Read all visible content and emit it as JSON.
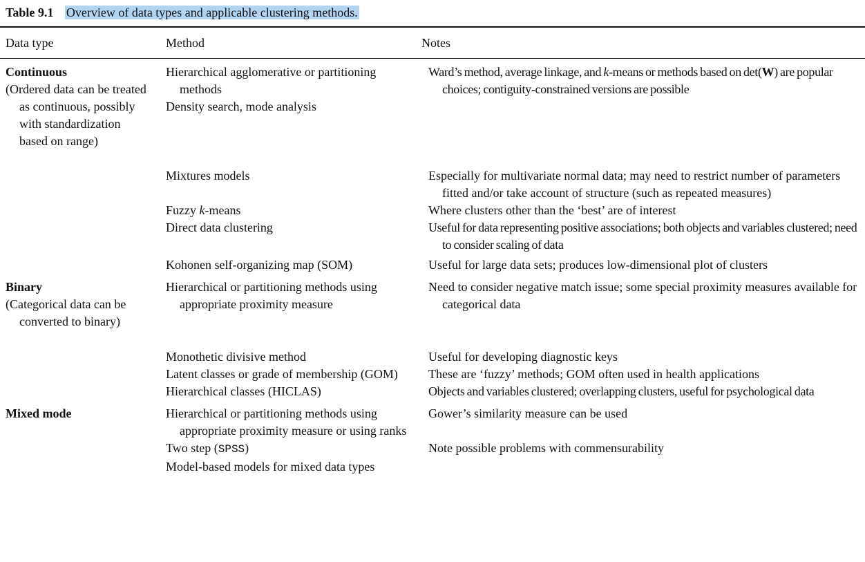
{
  "table": {
    "label": "Table 9.1",
    "title": "Overview of data types and applicable clustering methods."
  },
  "headers": [
    "Data type",
    "Method",
    "Notes"
  ],
  "groups": {
    "continuous": {
      "name": "Continuous",
      "note": "(Ordered data can be treated as continu­ous, possibly with standardization based on range)"
    },
    "binary": {
      "name": "Binary",
      "note": "(Categorical data can be converted to binary)"
    },
    "mixed": {
      "name": "Mixed mode"
    }
  },
  "rows": [
    {
      "method": "Hierarchical agglomerative or parti­tioning methods",
      "notes": "Ward’s method, average linkage, and k-means or methods based on det(W) are popular choices; contiguity-constrained versions are possible"
    },
    {
      "method": "Density search, mode analysis",
      "notes": ""
    },
    {
      "method": "Mixtures models",
      "notes": "Especially for multivariate normal data; may need to restrict number of parameters fitted and/or take account of structure (such as repeated measures)"
    },
    {
      "method": "Fuzzy k-means",
      "notes": "Where clusters other than the ‘best’ are of interest"
    },
    {
      "method": "Direct data clustering",
      "notes": "Useful for data representing positive associations; both objects and variables clustered; need to consider scaling of data"
    },
    {
      "method": "Kohonen self-organizing map (SOM)",
      "notes": "Useful for large data sets; produces low-dimensional plot of clusters"
    },
    {
      "method": "Hierarchical or partitioning methods using appropriate proximity measure",
      "notes": "Need to consider negative match issue; some special proximity measures available for categorical data"
    },
    {
      "method": "Monothetic divisive method",
      "notes": "Useful for developing diagnostic keys"
    },
    {
      "method": "Latent classes or grade of membership (GOM)",
      "notes": "These are ‘fuzzy’ methods; GOM often used in health applications"
    },
    {
      "method": "Hierarchical classes (HICLAS)",
      "notes": "Objects and variables clustered; overlapping clusters, useful for psychological data"
    },
    {
      "method": "Hierarchical or partitioning methods using appropriate proximity measure or using ranks",
      "notes": "Gower’s similarity measure can be used"
    },
    {
      "method": "Two step (SPSS)",
      "notes": "Note possible problems with commensurability"
    },
    {
      "method": "Model-based models for mixed data types",
      "notes": ""
    }
  ],
  "fragments": {
    "r0": {
      "notes_pre": "Ward’s method, average linkage, and ",
      "notes_k": "k",
      "notes_mid": "-means or methods based on det(",
      "notes_w": "W",
      "notes_post": ") are popular choices; contiguity-constrained versions are possible"
    },
    "r3": {
      "method_pre": "Fuzzy ",
      "method_k": "k",
      "method_post": "-means"
    },
    "r11": {
      "method_pre": "Two step (",
      "method_sw": "SPSS",
      "method_post": ")"
    }
  }
}
